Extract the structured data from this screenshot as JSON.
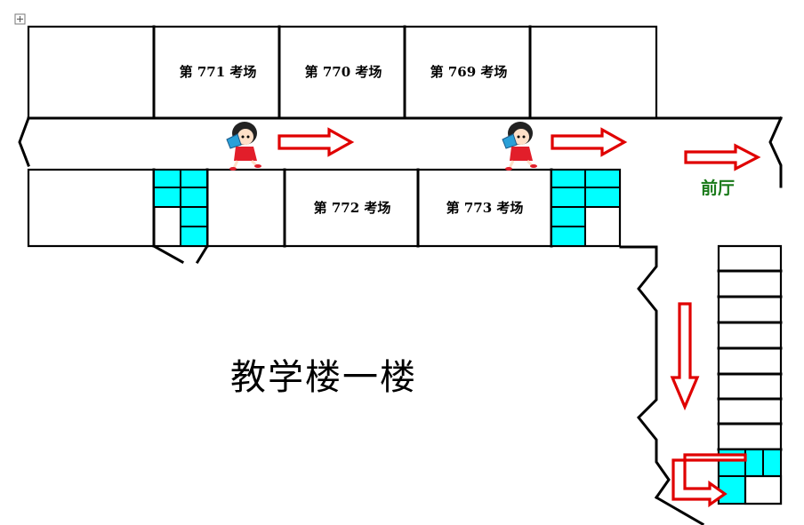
{
  "rooms": {
    "r771": "第 771 考场",
    "r770": "第 770 考场",
    "r769": "第 769 考场",
    "r772": "第 772 考场",
    "r773": "第 773 考场"
  },
  "front_hall": "前厅",
  "floor_title": "教学楼一楼",
  "icons": {
    "runner": "running-girl-icon",
    "arrow": "red-outline-arrow-icon",
    "move_handle": "move-handle-icon"
  },
  "colors": {
    "stairs": "#00ffff",
    "arrow": "#e00000",
    "hall_label": "#1a7a1a"
  }
}
